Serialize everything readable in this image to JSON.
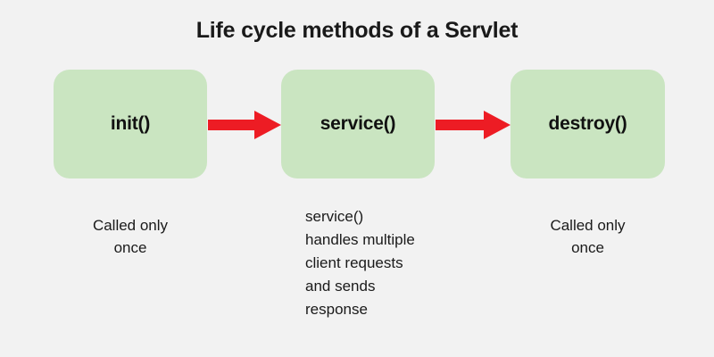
{
  "diagram": {
    "title": "Life cycle methods of a Servlet",
    "background_color": "#f2f2f2",
    "box_color": "#cae5c1",
    "arrow_color": "#ed1c24",
    "text_color": "#1a1a1a",
    "stages": [
      {
        "id": "init",
        "label": "init()",
        "caption_lines": [
          "Called only",
          "once"
        ],
        "caption_align": "center"
      },
      {
        "id": "service",
        "label": "service()",
        "caption_lines": [
          "service()",
          "handles multiple",
          "client requests",
          "and sends",
          "response"
        ],
        "caption_align": "left"
      },
      {
        "id": "destroy",
        "label": "destroy()",
        "caption_lines": [
          "Called only",
          "once"
        ],
        "caption_align": "center"
      }
    ],
    "arrows": [
      {
        "id": "init-to-service",
        "from": "init",
        "to": "service",
        "direction": "right"
      },
      {
        "id": "service-to-destroy",
        "from": "service",
        "to": "destroy",
        "direction": "right"
      }
    ]
  }
}
